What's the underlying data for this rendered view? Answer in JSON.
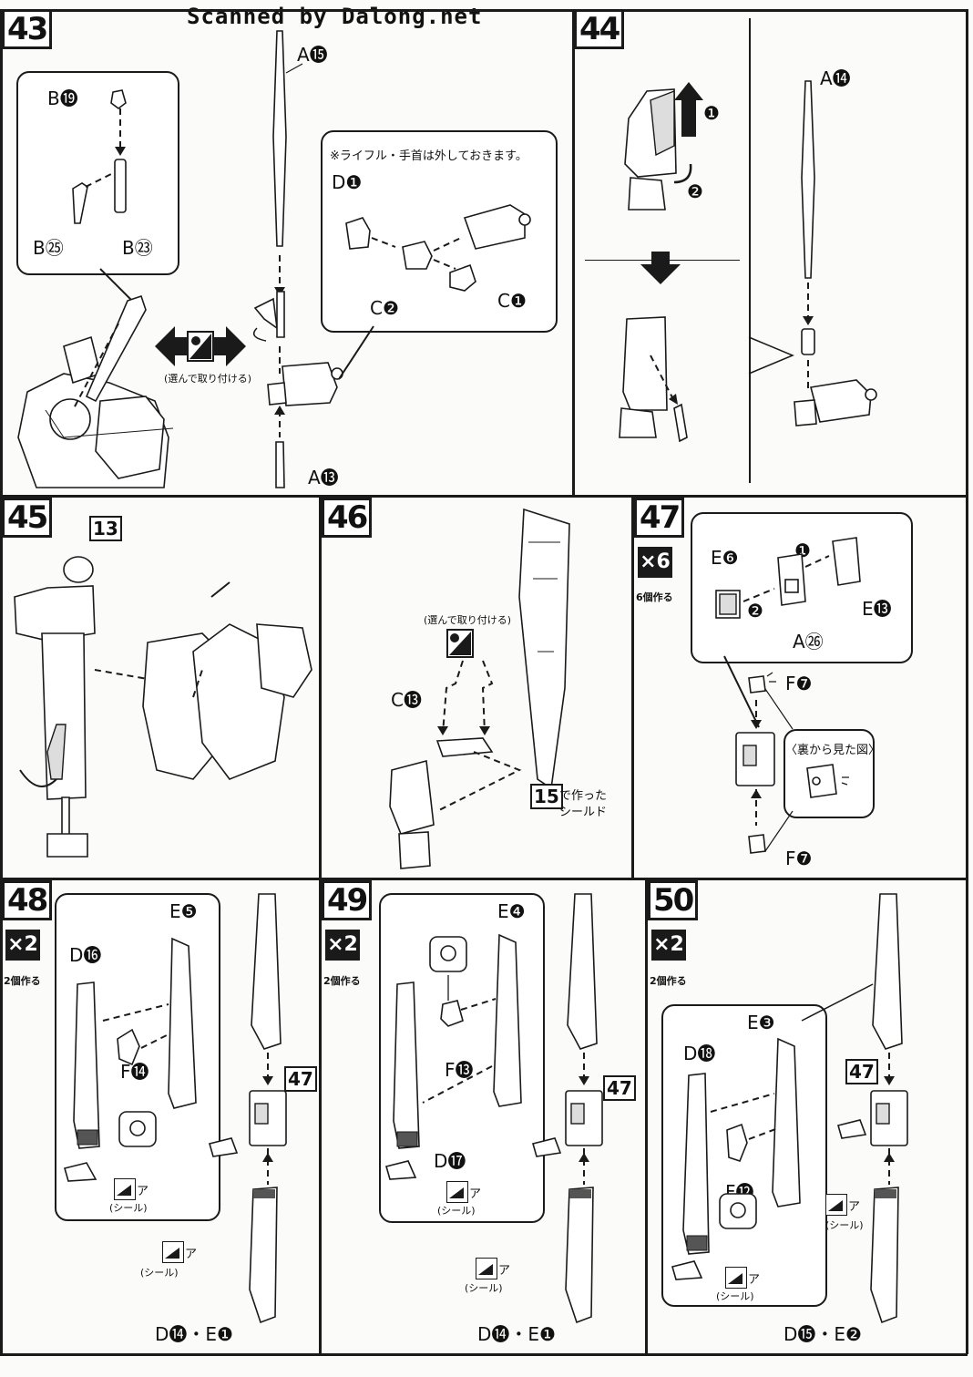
{
  "header": "Scanned by Dalong.net",
  "steps": {
    "s43": {
      "number": "43",
      "labels": {
        "a15": "A⓯",
        "b19": "B⓳",
        "b25": "B㉕",
        "b23": "B㉓",
        "a13": "A⓭",
        "d1": "D❶",
        "c2": "C❷",
        "c1": "C❶"
      },
      "note": "※ライフル・手首は外しておきます。",
      "choose": "(選んで取り付ける)"
    },
    "s44": {
      "number": "44",
      "labels": {
        "a14": "A⓮",
        "n1": "❶",
        "n2": "❷"
      }
    },
    "s45": {
      "number": "45",
      "ref": "13"
    },
    "s46": {
      "number": "46",
      "choose": "(選んで取り付ける)",
      "c13": "C⓭",
      "ref": "15",
      "ref_text_1": "で作った",
      "ref_text_2": "シールド"
    },
    "s47": {
      "number": "47",
      "mult": "×6",
      "mult_note": "6個作る",
      "labels": {
        "e6": "E❻",
        "e13": "E⓭",
        "a26": "A㉖",
        "f7a": "F❼",
        "f7b": "F❼",
        "n1": "❶",
        "n2": "❷"
      },
      "back_view": "〈裏から見た図〉"
    },
    "s48": {
      "number": "48",
      "mult": "×2",
      "mult_note": "2個作る",
      "labels": {
        "d16": "D⓰",
        "e5": "E❺",
        "f14": "F⓮",
        "de": "D⓮・E❶"
      },
      "sticker_a": "ア",
      "sticker_b": "ア",
      "seal_a": "(シール)",
      "seal_b": "(シール)",
      "ref": "47"
    },
    "s49": {
      "number": "49",
      "mult": "×2",
      "mult_note": "2個作る",
      "labels": {
        "e4": "E❹",
        "f13": "F⓭",
        "d17": "D⓱",
        "de": "D⓮・E❶"
      },
      "sticker_a": "ア",
      "sticker_b": "ア",
      "seal_a": "(シール)",
      "seal_b": "(シール)",
      "ref": "47"
    },
    "s50": {
      "number": "50",
      "mult": "×2",
      "mult_note": "2個作る",
      "labels": {
        "e3": "E❸",
        "d18": "D⓲",
        "f12": "F⓬",
        "de": "D⓯・E❷"
      },
      "sticker_a": "ア",
      "sticker_b": "ア",
      "seal_a": "(シール)",
      "seal_b": "(シール)",
      "ref": "47"
    }
  }
}
